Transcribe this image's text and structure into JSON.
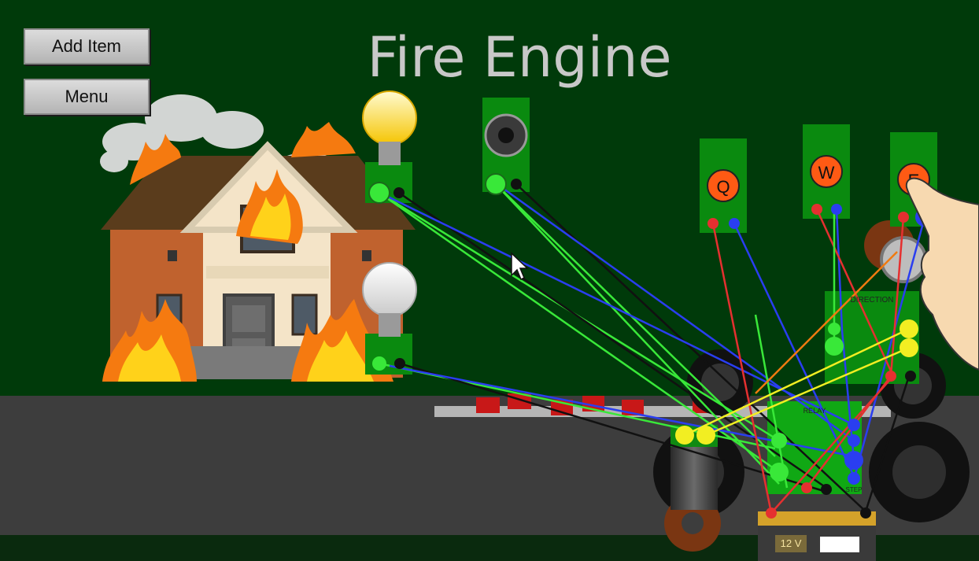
{
  "toolbar": {
    "add_item_label": "Add Item",
    "menu_label": "Menu"
  },
  "scene": {
    "title": "Fire Engine",
    "keys": [
      "Q",
      "W",
      "E"
    ],
    "direction_label": "DIRECTION",
    "relay_label": "RELAY",
    "stepper_label": "STEP",
    "battery_label": "12 V"
  },
  "colors": {
    "background": "#003a0a",
    "road": "#3d3d3d",
    "module_green": "#09a80d",
    "wire_green": "#39e839",
    "wire_blue": "#2a3ef0",
    "wire_red": "#e53030",
    "wire_yellow": "#f2ee22",
    "wire_black": "#111111",
    "wire_orange": "#f07a10",
    "key_orange": "#ff5a14"
  },
  "icons": [
    "bulb-on-icon",
    "bulb-off-icon",
    "speaker-icon",
    "gear-icon",
    "hand-pointer-icon",
    "mouse-cursor-icon",
    "barcode-icon"
  ]
}
